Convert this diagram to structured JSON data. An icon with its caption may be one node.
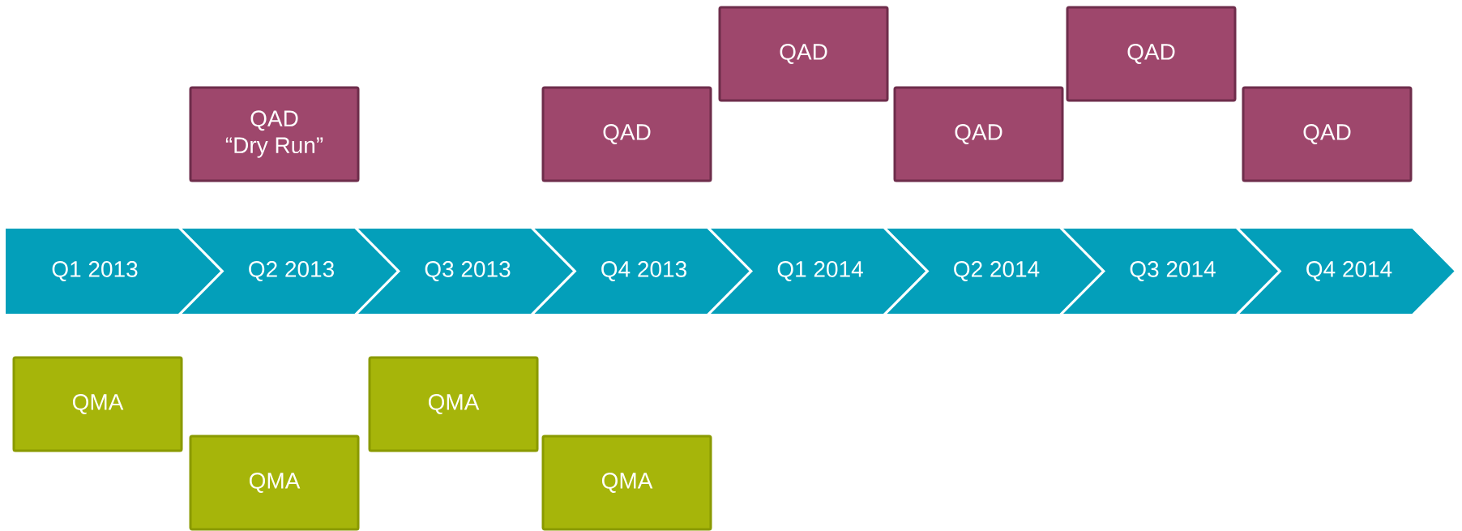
{
  "diagram": {
    "nodes": [
      {
        "text": [
          "QAD",
          "“Dry Run”"
        ]
      },
      {
        "text": [
          "QAD"
        ]
      },
      {
        "text": [
          "QAD"
        ]
      },
      {
        "text": [
          "QAD"
        ]
      },
      {
        "text": [
          "QAD"
        ]
      },
      {
        "text": [
          "QAD"
        ]
      },
      {
        "text": [
          "Q1 2013"
        ]
      },
      {
        "text": [
          "Q2 2013"
        ]
      },
      {
        "text": [
          "Q3 2013"
        ]
      },
      {
        "text": [
          "Q4 2013"
        ]
      },
      {
        "text": [
          "Q1 2014"
        ]
      },
      {
        "text": [
          "Q2 2014"
        ]
      },
      {
        "text": [
          "Q3 2014"
        ]
      },
      {
        "text": [
          "Q4 2014"
        ]
      },
      {
        "text": [
          "QMA"
        ]
      },
      {
        "text": [
          "QMA"
        ]
      },
      {
        "text": [
          "QMA"
        ]
      },
      {
        "text": [
          "QMA"
        ]
      }
    ]
  }
}
